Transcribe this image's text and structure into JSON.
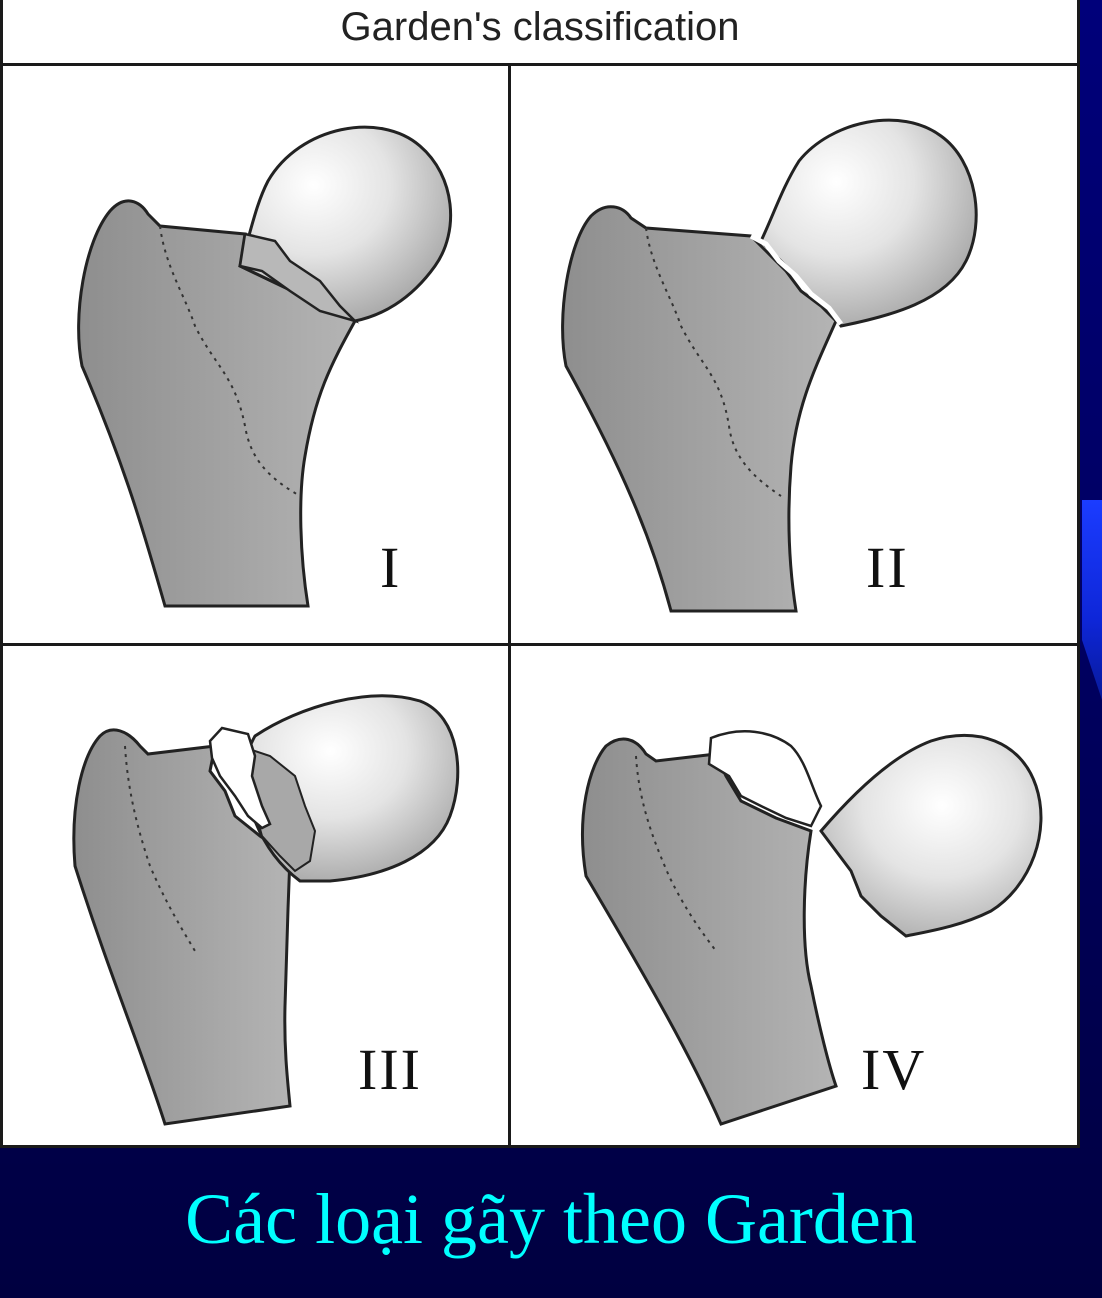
{
  "figure": {
    "title": "Garden's classification"
  },
  "stages": [
    {
      "label": "I"
    },
    {
      "label": "II"
    },
    {
      "label": "III"
    },
    {
      "label": "IV"
    }
  ],
  "caption": "Các loại gãy theo Garden",
  "colors": {
    "background": "#000070",
    "caption_text": "#00ffff",
    "bone_fill": "#9a9a9a",
    "head_fill": "#d8d8d8",
    "panel_background": "#ffffff"
  },
  "icons": [
    "femur-stage-i-illustration",
    "femur-stage-ii-illustration",
    "femur-stage-iii-illustration",
    "femur-stage-iv-illustration"
  ]
}
